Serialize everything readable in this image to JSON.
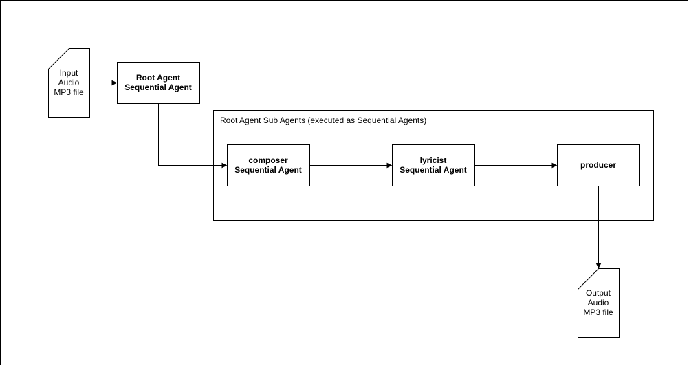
{
  "diagram": {
    "input_file": {
      "text": "Input\nAudio\nMP3 file"
    },
    "root_agent": {
      "text": "Root Agent\nSequential Agent"
    },
    "sub_agents_group": {
      "title": "Root Agent Sub Agents (executed as Sequential Agents)"
    },
    "composer": {
      "text": "composer\nSequential Agent"
    },
    "lyricist": {
      "text": "lyricist\nSequential Agent"
    },
    "producer": {
      "text": "producer"
    },
    "output_file": {
      "text": "Output\nAudio\nMP3 file"
    }
  },
  "colors": {
    "stroke": "#000000",
    "fill": "#ffffff",
    "text": "#000000"
  }
}
